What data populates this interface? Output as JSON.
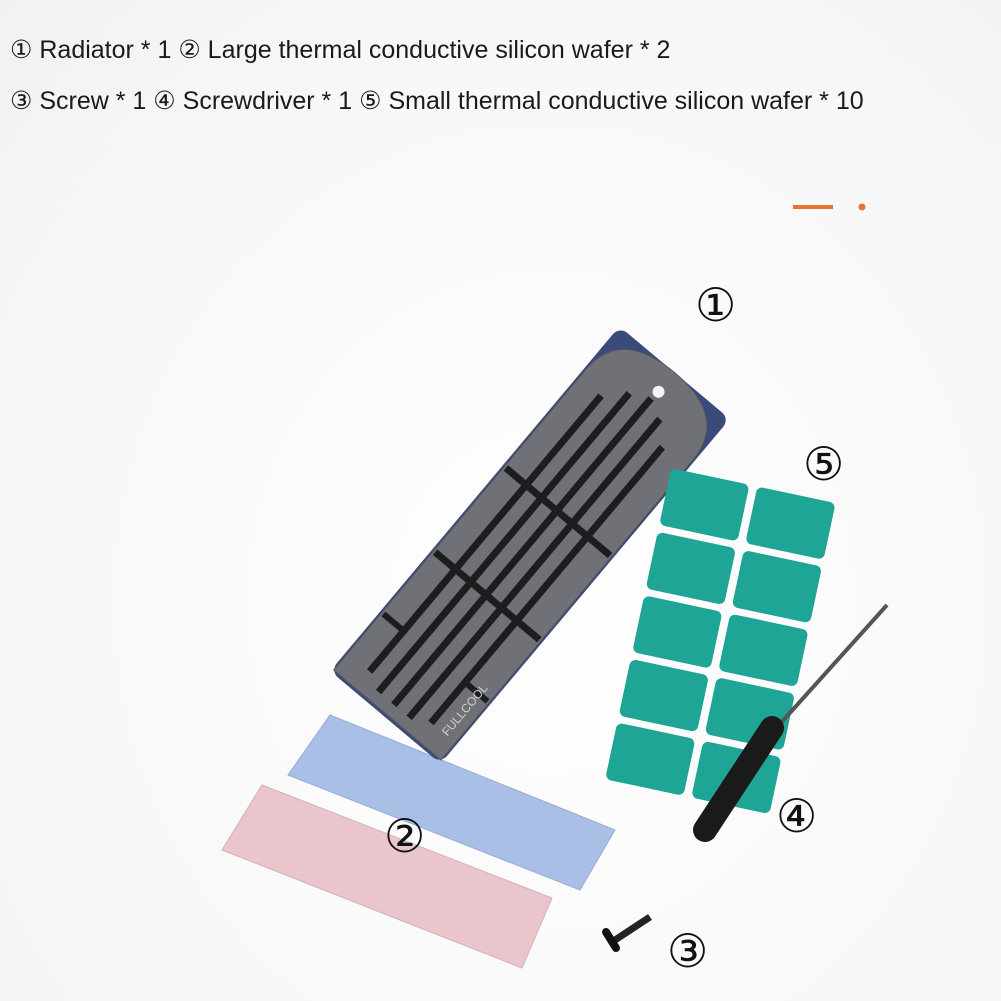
{
  "caption": {
    "line1": "① Radiator * 1 ② Large thermal conductive silicon wafer * 2",
    "line2": "③ Screw * 1 ④ Screwdriver * 1 ⑤ Small thermal conductive silicon wafer * 10"
  },
  "labels": {
    "radiator": "①",
    "large_wafer": "②",
    "screw": "③",
    "screwdriver": "④",
    "small_wafer": "⑤"
  },
  "logo": "FULLCOOL",
  "colors": {
    "accent": "#e8732a",
    "radiator": "#6e6f73",
    "small_pad": "#1fa595",
    "blue_pad": "#a9bfe6",
    "pink_pad": "#e9c6cc",
    "screwdriver": "#1a1a1a"
  }
}
